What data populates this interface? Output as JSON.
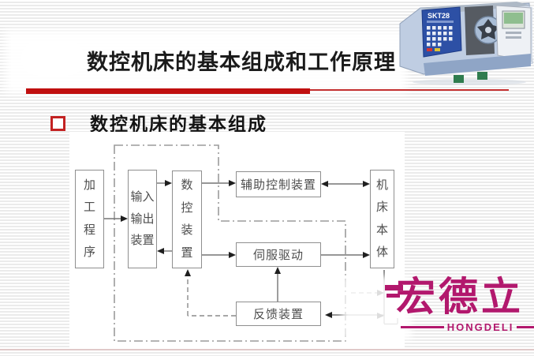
{
  "slide": {
    "title": "数控机床的基本组成和工作原理",
    "section_heading": "数控机床的基本组成"
  },
  "machine_image": {
    "label": "SKT28"
  },
  "diagram": {
    "boxes": {
      "program": "加工程序",
      "io": "输入输出装置",
      "cnc": "数控装置",
      "aux": "辅助控制装置",
      "servo": "伺服驱动",
      "feedback": "反馈装置",
      "machine": "机床本体"
    }
  },
  "watermark": {
    "name": "宏德立",
    "latin": "HONGDELI"
  },
  "colors": {
    "accent_red": "#c00f0f",
    "watermark_magenta": "#b2186d",
    "diagram_line_gray": "#8f8f8f"
  }
}
